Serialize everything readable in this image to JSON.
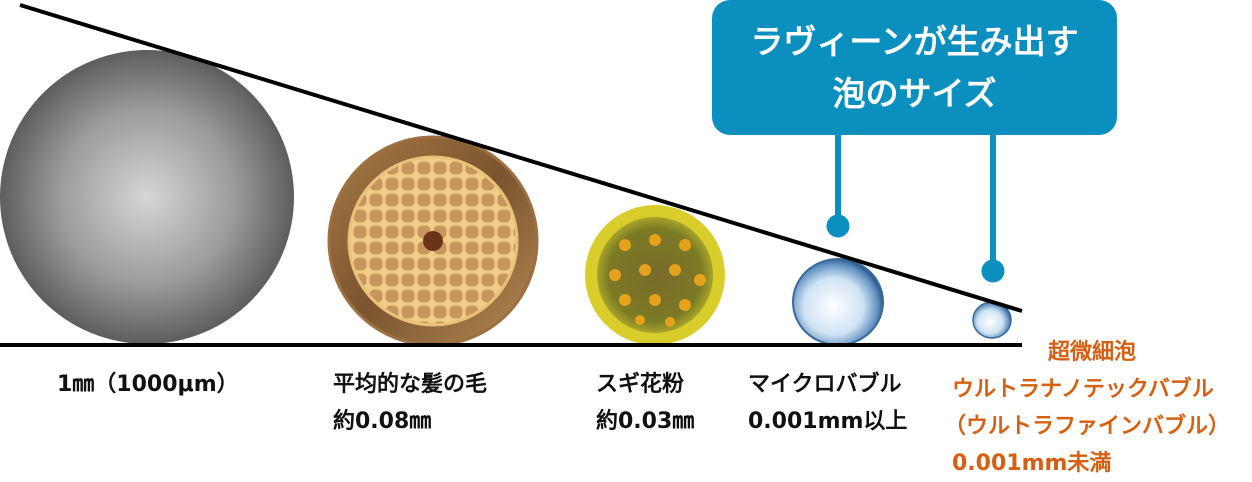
{
  "colors": {
    "callout_bg": "#0b8fbe",
    "accent_text": "#d65f12",
    "line": "#000000"
  },
  "callout": {
    "line1": "ラヴィーンが生み出す",
    "line2": "泡のサイズ"
  },
  "items": [
    {
      "name": "1mm sphere",
      "label_line1": "1㎜（1000μm）",
      "label_line2": ""
    },
    {
      "name": "hair",
      "label_line1": "平均的な髪の毛",
      "label_line2": "約0.08㎜"
    },
    {
      "name": "pollen",
      "label_line1": "スギ花粉",
      "label_line2": "約0.03㎜"
    },
    {
      "name": "microbubble",
      "label_line1": "マイクロバブル",
      "label_line2": "0.001mm以上"
    },
    {
      "name": "ultrafine bubble",
      "label_line0": "超微細泡",
      "label_line1": "ウルトラナノテックバブル",
      "label_line2": "（ウルトラファインバブル）",
      "label_line3": "0.001mm未満"
    }
  ]
}
